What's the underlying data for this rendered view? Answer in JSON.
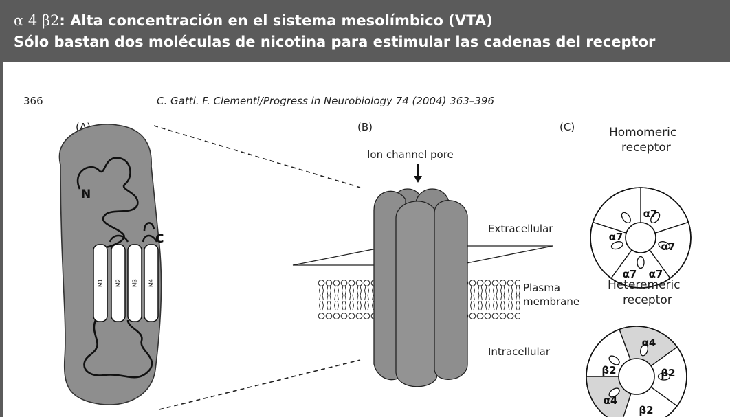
{
  "banner": {
    "line1_greek": "α 4 β2",
    "line1_text": ": Alta concentración en el sistema mesolímbico (VTA)",
    "line2": "Sólo bastan dos moléculas de nicotina para estimular las cadenas del receptor"
  },
  "figure": {
    "page_number": "366",
    "citation": "C. Gatti. F. Clementi/Progress in Neurobiology 74 (2004) 363–396",
    "panel_a": {
      "label": "(A)",
      "n_label": "N",
      "c_label": "C",
      "helix_labels": [
        "M1",
        "M2",
        "M3",
        "M4"
      ]
    },
    "panel_b": {
      "label": "(B)",
      "pore_label": "Ion channel pore",
      "extracellular": "Extracellular",
      "plasma_line1": "Plasma",
      "plasma_line2": "membrane",
      "intracellular": "Intracellular"
    },
    "panel_c": {
      "label": "(C)",
      "homomeric_line1": "Homomeric",
      "homomeric_line2": "receptor",
      "homomeric_subunits": [
        "α7",
        "α7",
        "α7",
        "α7",
        "α7"
      ],
      "heteromeric_line1": "Heteremeric",
      "heteromeric_line2": "receptor",
      "heteromeric_subunits": [
        "α4",
        "β2",
        "β2",
        "α4",
        "β2"
      ]
    }
  },
  "colors": {
    "banner": "#5b5b5b",
    "protein_fill": "#8e8e8e",
    "cylinder_fill": "#8a8a8a",
    "shaded_subunit": "#d6d6d6"
  }
}
